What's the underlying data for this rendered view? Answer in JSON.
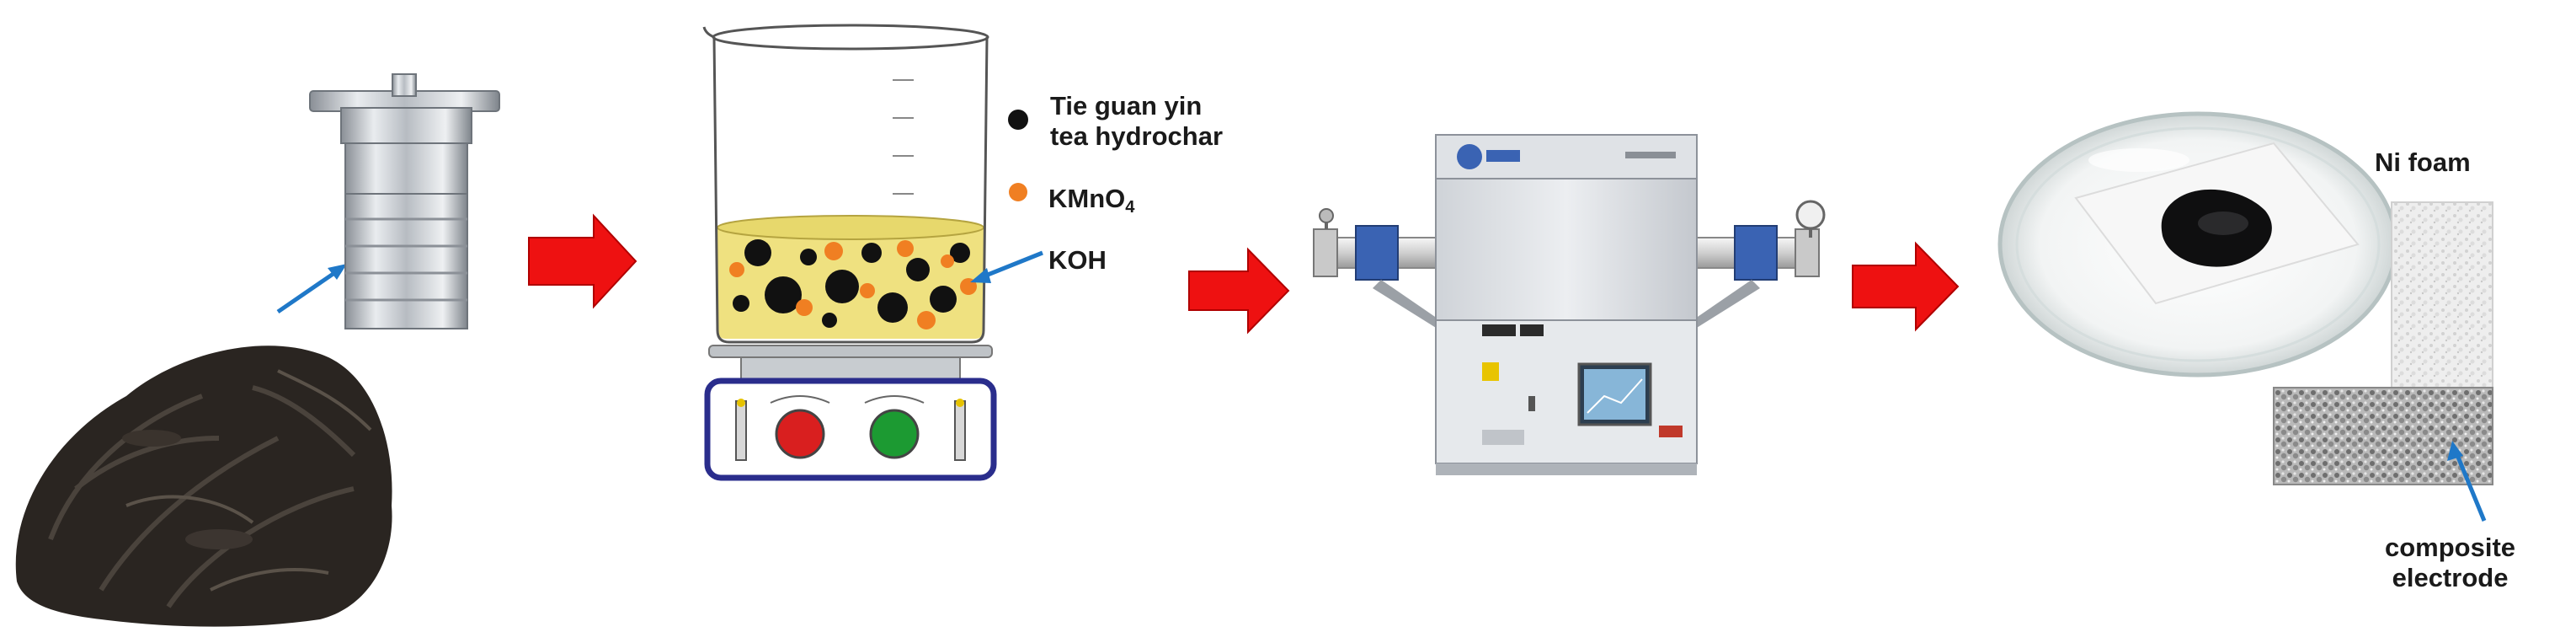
{
  "legend": {
    "hydrochar_line1": "Tie guan yin",
    "hydrochar_line2": "tea hydrochar",
    "kmno4_base": "KMnO",
    "kmno4_sub": "4",
    "koh": "KOH"
  },
  "ni_foam_label": "Ni foam",
  "composite_line1": "composite",
  "composite_line2": "electrode",
  "colors": {
    "arrow_fill": "#ee1111",
    "pointer_arrow": "#1f78c8",
    "hydrochar_dot": "#111111",
    "kmno4_dot": "#f07f22",
    "solution": "#efe180",
    "stirrer_left_knob": "#d91f1f",
    "stirrer_right_knob": "#1c9a32",
    "stirrer_border": "#2a2d8c",
    "furnace_body": "#e3e6ea",
    "tube_endcap": "#3a63b3"
  }
}
